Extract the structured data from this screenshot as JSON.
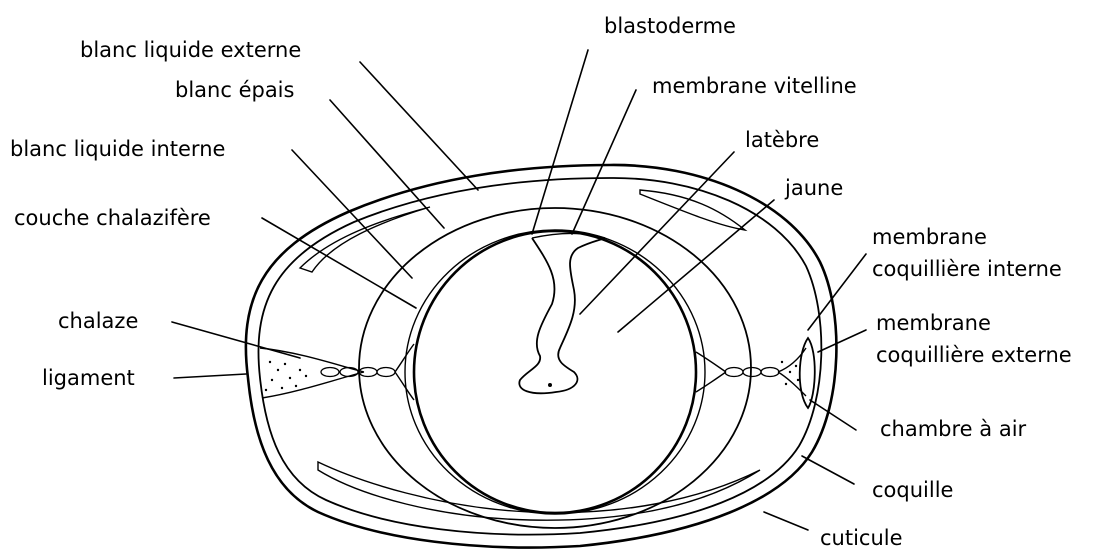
{
  "diagram": {
    "labels": {
      "blastoderme": "blastoderme",
      "blanc_liquide_externe": "blanc liquide externe",
      "blanc_epais": "blanc épais",
      "membrane_vitelline": "membrane vitelline",
      "blanc_liquide_interne": "blanc liquide interne",
      "latebre": "latèbre",
      "jaune": "jaune",
      "couche_chalazifere": "couche chalazifère",
      "membrane_coquilliere_interne_1": "membrane",
      "membrane_coquilliere_interne_2": "coquillière interne",
      "chalaze": "chalaze",
      "membrane_coquilliere_externe_1": "membrane",
      "membrane_coquilliere_externe_2": "coquillière externe",
      "ligament": "ligament",
      "chambre_a_air": "chambre à air",
      "coquille": "coquille",
      "cuticule": "cuticule"
    },
    "colors": {
      "ink": "#000000",
      "background": "#ffffff"
    }
  }
}
